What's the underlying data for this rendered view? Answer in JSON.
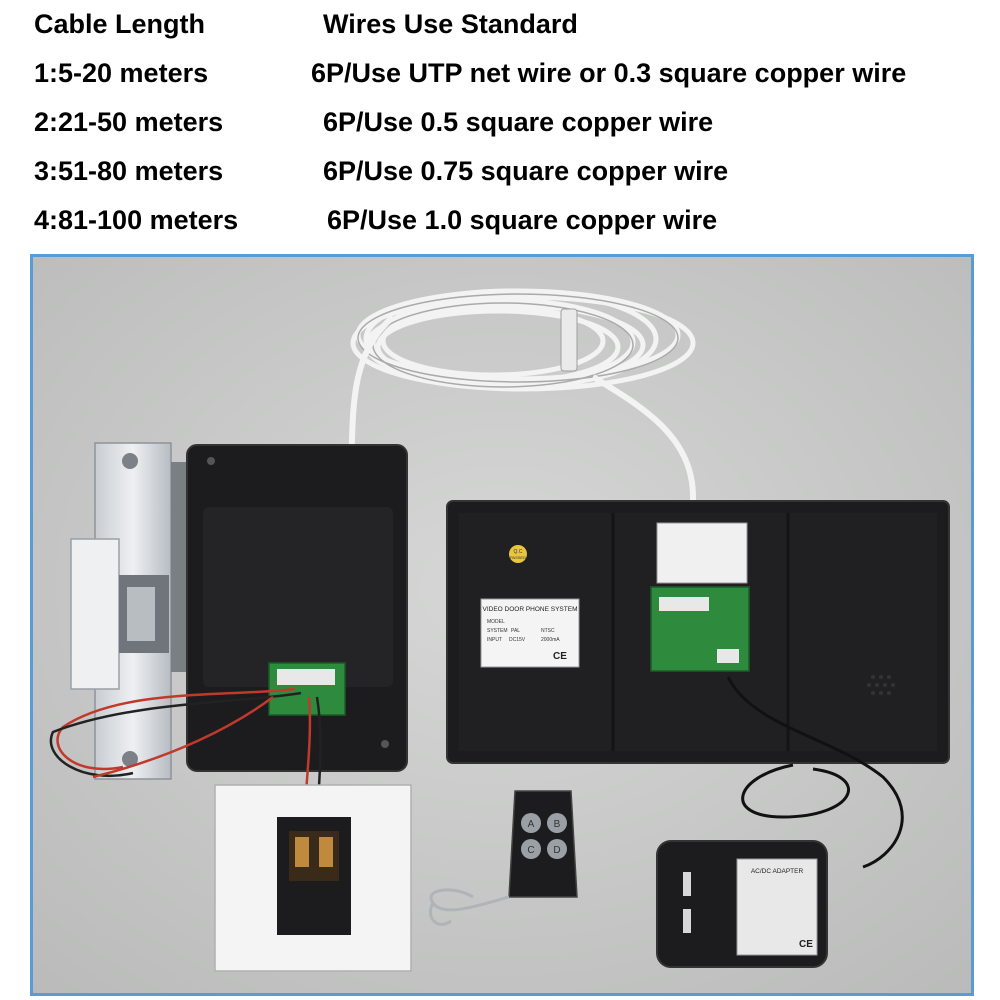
{
  "table": {
    "headers": {
      "length": "Cable Length",
      "standard": "Wires Use Standard"
    },
    "rows": [
      {
        "length": "1:5-20 meters",
        "standard": "6P/Use UTP net wire or 0.3 square copper wire"
      },
      {
        "length": "2:21-50 meters",
        "standard": "6P/Use 0.5 square copper wire"
      },
      {
        "length": "3:51-80 meters",
        "standard": "6P/Use 0.75 square copper wire"
      },
      {
        "length": "4:81-100 meters",
        "standard": "6P/Use 1.0 square copper wire"
      }
    ]
  },
  "photo": {
    "monitor_sticker": {
      "title": "VIDEO DOOR PHONE SYSTEM",
      "model": "MODEL",
      "system": "SYSTEM",
      "pal": "PAL",
      "ntsc": "NTSC",
      "input": "INPUT",
      "voltage": "DC15V",
      "current": "2000mA",
      "ce": "CE"
    },
    "qc_sticker": {
      "line1": "Q.C",
      "line2": "PASSED"
    },
    "adapter_label": {
      "title": "AC/DC ADAPTER",
      "ce": "CE"
    },
    "remote_buttons": [
      "A",
      "B",
      "C",
      "D"
    ],
    "colors": {
      "frame_border": "#5b9bd5",
      "background": "#c8c9c8",
      "device_black": "#1c1c1e",
      "cable_white": "#f2f3f2",
      "pcb_green": "#2e8b3e"
    }
  }
}
